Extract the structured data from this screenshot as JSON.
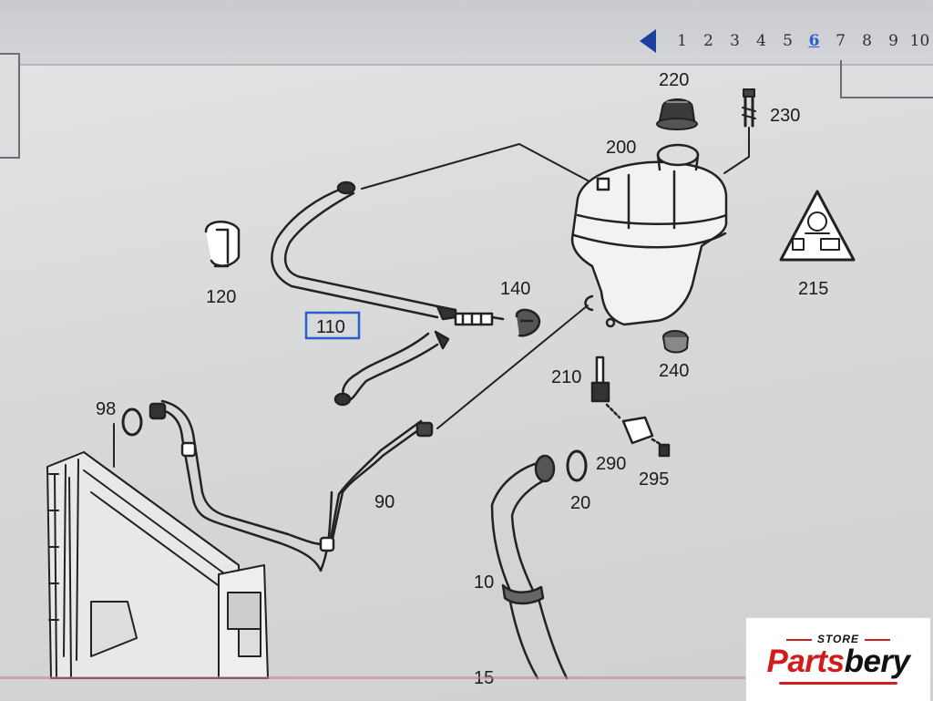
{
  "pager": {
    "prev_icon": "triangle-left-icon",
    "pages": [
      "1",
      "2",
      "3",
      "4",
      "5",
      "6",
      "7",
      "8",
      "9",
      "10"
    ],
    "current": "6",
    "accent_color": "#2a5ec8"
  },
  "diagram": {
    "labels": {
      "p220": "220",
      "p230": "230",
      "p200": "200",
      "p215": "215",
      "p120": "120",
      "p140": "140",
      "p110": "110",
      "p240": "240",
      "p210": "210",
      "p98": "98",
      "p290": "290",
      "p295": "295",
      "p20": "20",
      "p90": "90",
      "p10": "10",
      "p15": "15"
    },
    "highlight_color": "#2a5ec8"
  },
  "watermark": {
    "store": "STORE",
    "brand_part1": "Parts",
    "brand_part2": "bery",
    "brand_color": "#d11c1c"
  }
}
